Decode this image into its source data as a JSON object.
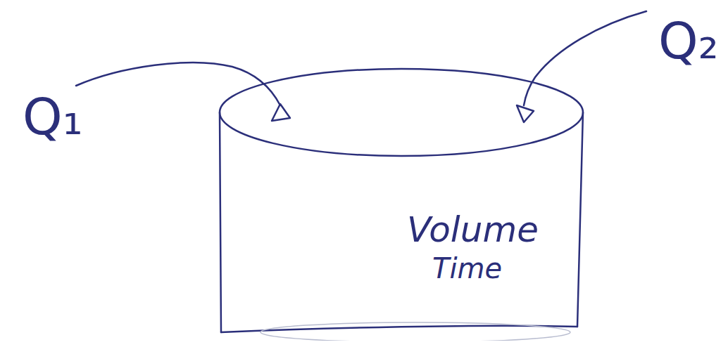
{
  "diagram": {
    "nodes": [
      {
        "text": [
          "Volume",
          "Time"
        ]
      }
    ],
    "labels": [
      "Q₁",
      "Q₂"
    ]
  }
}
